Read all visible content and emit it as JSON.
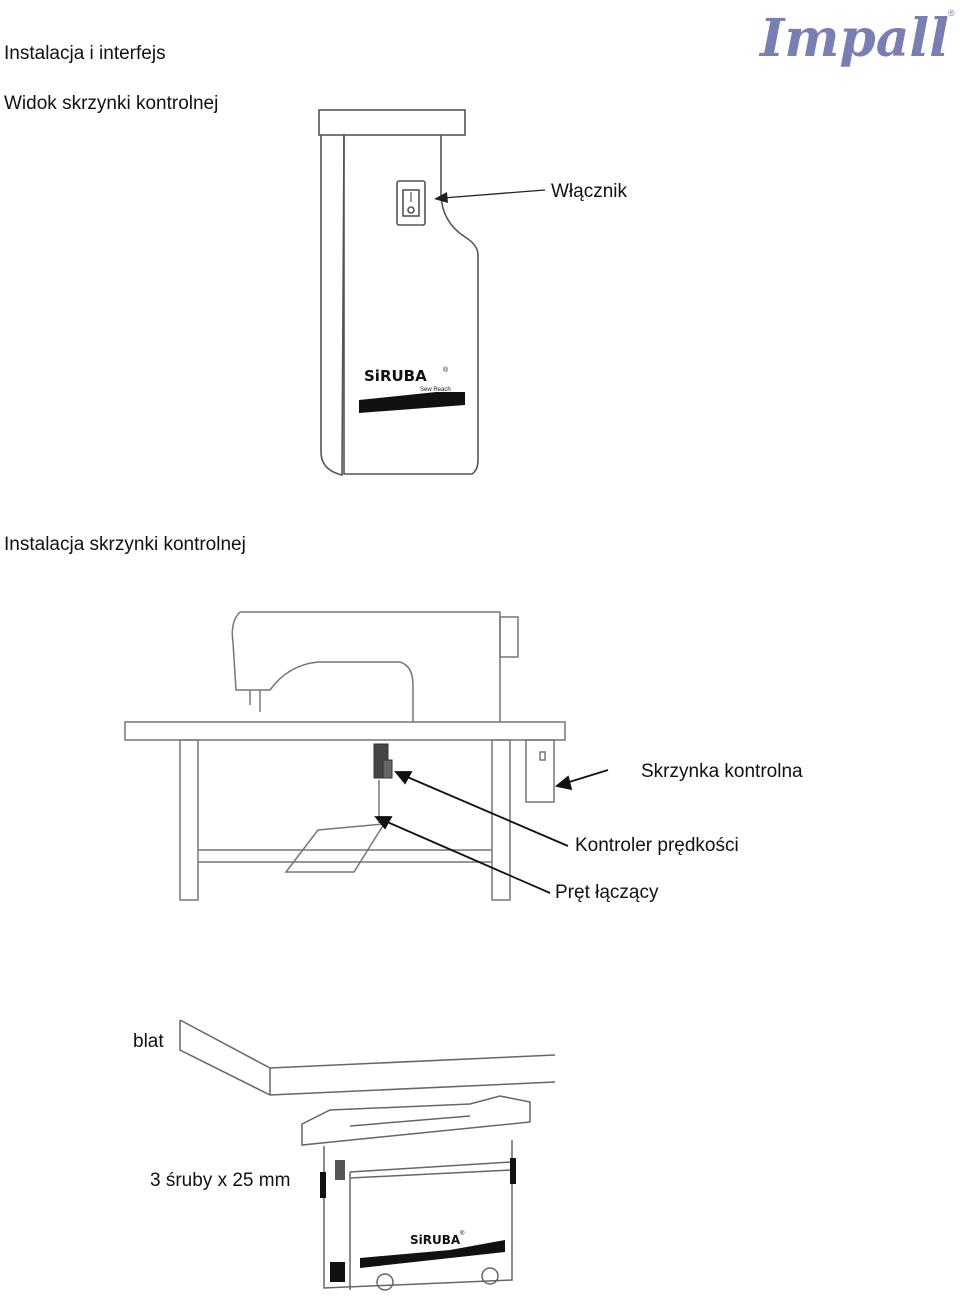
{
  "header": {
    "title": "Instalacja i interfejs",
    "logo_text": "Impall",
    "logo_mark": "®"
  },
  "section1": {
    "heading": "Widok skrzynki kontrolnej",
    "switch_label": "Włącznik",
    "brand": "SiRUBA",
    "brand_reg": "®",
    "brand_sub": "Sew Reach"
  },
  "section2": {
    "heading": "Instalacja skrzynki kontrolnej",
    "labels": {
      "control_box": "Skrzynka kontrolna",
      "speed_controller": "Kontroler prędkości",
      "connecting_rod": "Pręt łączący"
    }
  },
  "section3": {
    "tabletop_label": "blat",
    "screws_label": "3 śruby x 25 mm",
    "brand": "SiRUBA",
    "brand_reg": "®"
  },
  "colors": {
    "logo": "#7a7fb3",
    "line": "#555555",
    "text": "#111111"
  }
}
